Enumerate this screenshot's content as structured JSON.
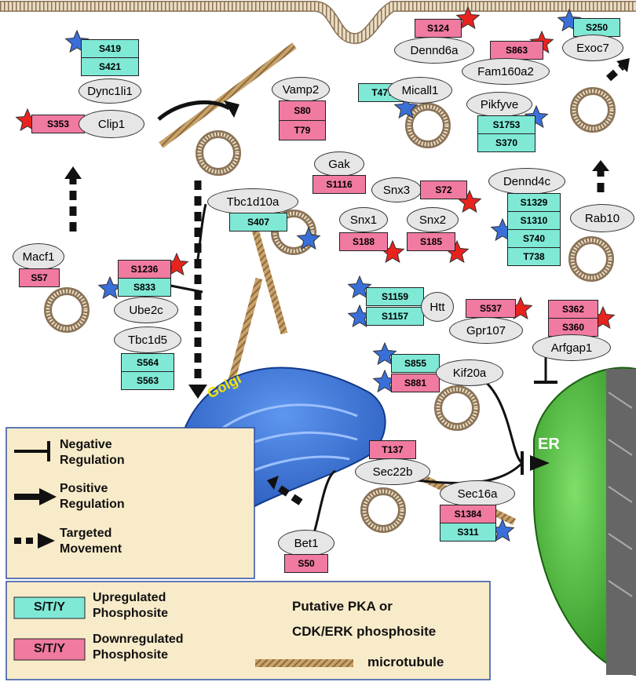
{
  "organelles": {
    "golgi": "Golgi",
    "er": "ER"
  },
  "proteins": {
    "dync1li1": {
      "name": "Dync1li1",
      "sites": [
        "S419",
        "S421"
      ]
    },
    "clip1": {
      "name": "Clip1",
      "sites": [
        "S353"
      ]
    },
    "vamp2": {
      "name": "Vamp2",
      "sites": [
        "S80",
        "T79"
      ]
    },
    "micall1": {
      "name": "Micall1",
      "sites": [
        "T477"
      ]
    },
    "dennd6a": {
      "name": "Dennd6a",
      "sites": [
        "S124"
      ]
    },
    "fam160a2": {
      "name": "Fam160a2",
      "sites": [
        "S863"
      ]
    },
    "exoc7": {
      "name": "Exoc7",
      "sites": [
        "S250"
      ]
    },
    "pikfyve": {
      "name": "Pikfyve",
      "sites": [
        "S1753",
        "S370"
      ]
    },
    "gak": {
      "name": "Gak",
      "sites": [
        "S1116"
      ]
    },
    "snx3": {
      "name": "Snx3",
      "sites": [
        "S72"
      ]
    },
    "dennd4c": {
      "name": "Dennd4c",
      "sites": [
        "S1329",
        "S1310",
        "S740",
        "T738"
      ]
    },
    "tbc1d10a": {
      "name": "Tbc1d10a",
      "sites": [
        "S407"
      ]
    },
    "snx1": {
      "name": "Snx1",
      "sites": [
        "S188"
      ]
    },
    "snx2": {
      "name": "Snx2",
      "sites": [
        "S185"
      ]
    },
    "rab10": {
      "name": "Rab10",
      "sites": []
    },
    "macf1": {
      "name": "Macf1",
      "sites": [
        "S57"
      ]
    },
    "ube2c": {
      "name": "Ube2c",
      "sites": [
        "S1236",
        "S833"
      ]
    },
    "tbc1d5": {
      "name": "Tbc1d5",
      "sites": [
        "S564",
        "S563"
      ]
    },
    "htt": {
      "name": "Htt",
      "sites": [
        "S1159",
        "S1157"
      ]
    },
    "gpr107": {
      "name": "Gpr107",
      "sites": [
        "S537"
      ]
    },
    "arfgap1": {
      "name": "Arfgap1",
      "sites": [
        "S362",
        "S360"
      ]
    },
    "kif20a": {
      "name": "Kif20a",
      "sites": [
        "S855",
        "S881"
      ]
    },
    "sec22b": {
      "name": "Sec22b",
      "sites": [
        "T137"
      ]
    },
    "sec16a": {
      "name": "Sec16a",
      "sites": [
        "S1384",
        "S311"
      ]
    },
    "bet1": {
      "name": "Bet1",
      "sites": [
        "S50"
      ]
    }
  },
  "legend": {
    "negative": "Negative Regulation",
    "positive": "Positive Regulation",
    "targeted": "Targeted Movement",
    "sty": "S/T/Y",
    "up": "Upregulated Phosphosite",
    "down": "Downregulated Phosphosite",
    "pka": "Putative PKA or",
    "cdk": "CDK/ERK phosphosite",
    "microtubule": "microtubule"
  },
  "colors": {
    "upregulated": "#7fe9d6",
    "downregulated": "#f07aa0",
    "pka_star": "#e8231e",
    "cdk_star": "#3a6fd8",
    "golgi": "#2f6fd6",
    "er": "#3fae2a",
    "legend_bg": "#f8ebc9"
  }
}
